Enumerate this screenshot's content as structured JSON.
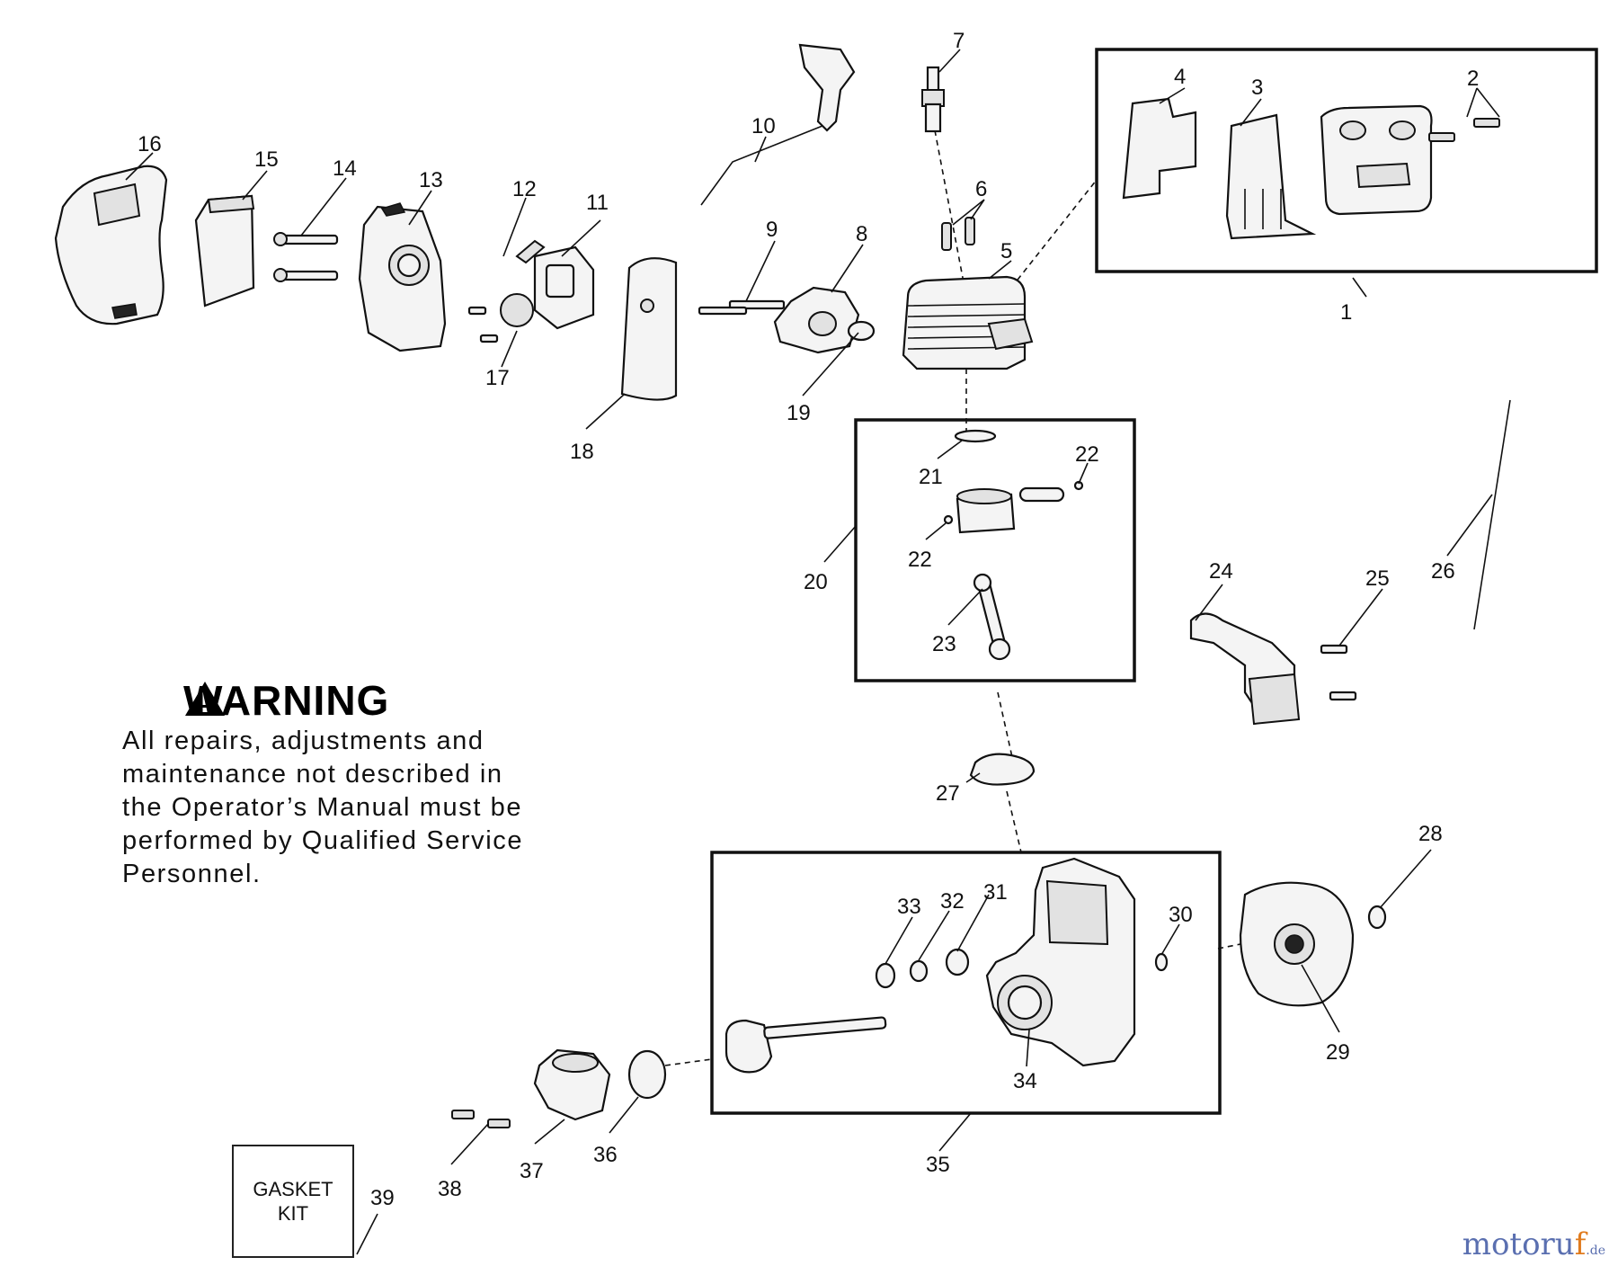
{
  "warning": {
    "title": "WARNING",
    "lines": [
      "All repairs, adjustments and",
      "maintenance not described in",
      "the Operator’s Manual must be",
      "performed by Qualified Service",
      "Personnel."
    ]
  },
  "gasket_kit": {
    "line1": "GASKET",
    "line2": "KIT"
  },
  "watermark": {
    "main": "motoru",
    "accent": "f",
    "tld": ".de"
  },
  "callouts": {
    "c1": "1",
    "c2": "2",
    "c3": "3",
    "c4": "4",
    "c5": "5",
    "c6": "6",
    "c7": "7",
    "c8": "8",
    "c9": "9",
    "c10": "10",
    "c11": "11",
    "c12": "12",
    "c13": "13",
    "c14": "14",
    "c15": "15",
    "c16": "16",
    "c17": "17",
    "c18": "18",
    "c19": "19",
    "c20": "20",
    "c21": "21",
    "c22a": "22",
    "c22b": "22",
    "c23": "23",
    "c24": "24",
    "c25": "25",
    "c26": "26",
    "c27": "27",
    "c28": "28",
    "c29": "29",
    "c30": "30",
    "c31": "31",
    "c32": "32",
    "c33": "33",
    "c34": "34",
    "c35": "35",
    "c36": "36",
    "c37": "37",
    "c38": "38",
    "c39": "39"
  },
  "colors": {
    "ink": "#111111",
    "watermark_blue": "#5a6fb0",
    "watermark_orange": "#e07b1e"
  }
}
